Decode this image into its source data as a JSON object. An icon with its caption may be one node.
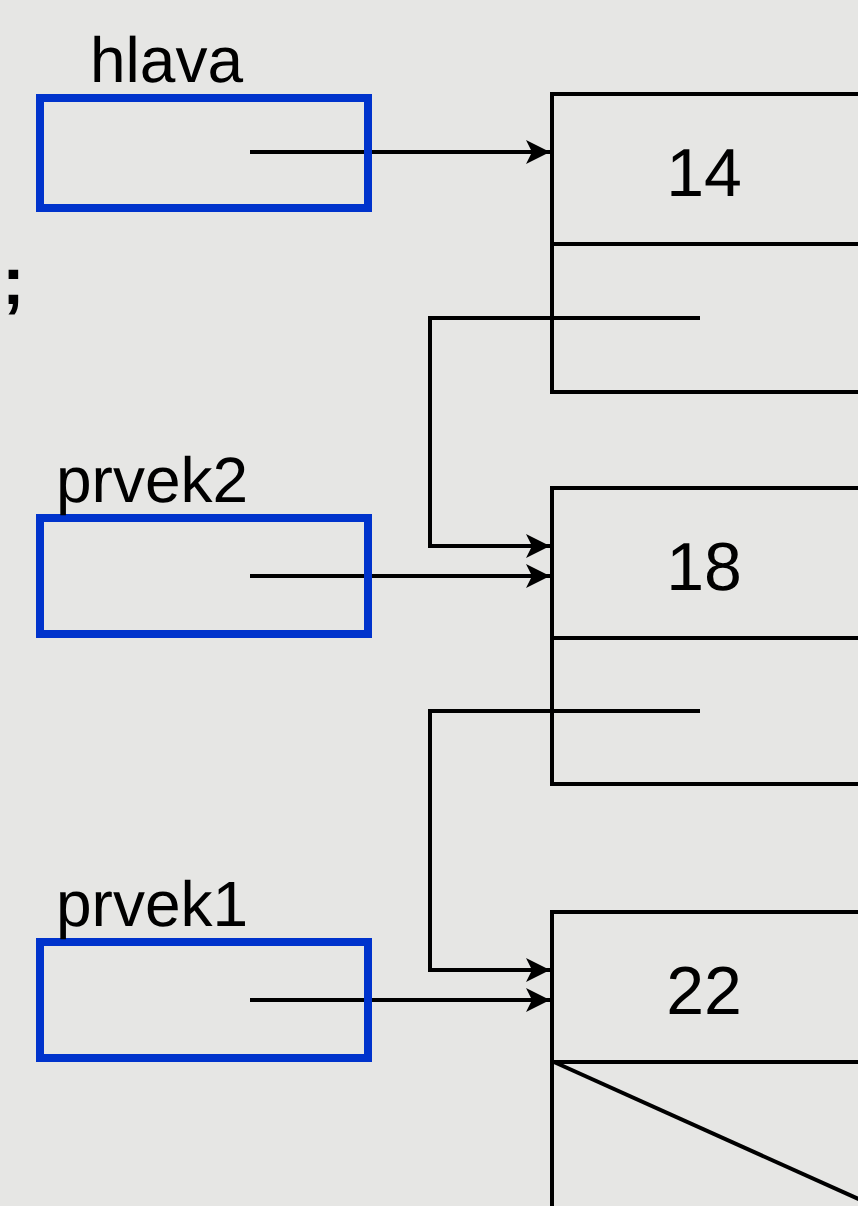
{
  "diagram": {
    "nodes": [
      {
        "text": [
          "hlava"
        ]
      },
      {
        "text": [
          "14"
        ]
      },
      {
        "text": [],
        "shape": "box",
        "in": 1
      },
      {
        "text": [
          "prvek2"
        ]
      },
      {
        "text": [
          "18"
        ]
      },
      {
        "text": [],
        "shape": "box",
        "in": 4
      },
      {
        "text": [
          "prvek1"
        ]
      },
      {
        "text": [
          "22"
        ]
      },
      {
        "text": [],
        "shape": "box",
        "in": 7
      }
    ],
    "edges": [
      {
        "from": 0,
        "to": 1,
        "arrow": "to"
      },
      {
        "from": 2,
        "to": 4,
        "arrow": "to"
      },
      {
        "from": 3,
        "to": 4,
        "arrow": "to"
      },
      {
        "from": 5,
        "to": 7,
        "arrow": "to"
      },
      {
        "from": 6,
        "to": 7,
        "arrow": "to"
      }
    ],
    "labels": [
      ";"
    ]
  }
}
